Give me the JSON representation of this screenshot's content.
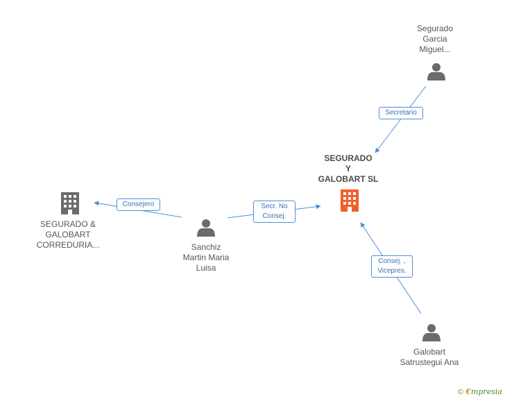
{
  "nodes": {
    "main_company": {
      "label": "SEGURADO\nY\nGALOBART SL",
      "color": "#f0602a"
    },
    "correduria": {
      "label": "SEGURADO &\nGALOBART\nCORREDURIA...",
      "color": "#6b6b6b"
    },
    "sanchiz": {
      "label": "Sanchiz\nMartin Maria\nLuisa"
    },
    "segurado_garcia": {
      "label": "Segurado\nGarcia\nMiguel..."
    },
    "galobart": {
      "label": "Galobart\nSatrustegui Ana"
    }
  },
  "edges": {
    "secretario": "Secretario",
    "consejero": "Consejero",
    "secr_no_consej": "Secr.  No\nConsej.",
    "consej_vicepres": "Consej. ,\nVicepres."
  },
  "colors": {
    "edge": "#4a8fd8",
    "person": "#6b6b6b"
  },
  "brand": {
    "copyright": "©",
    "e": "€",
    "name": "mpresia"
  }
}
